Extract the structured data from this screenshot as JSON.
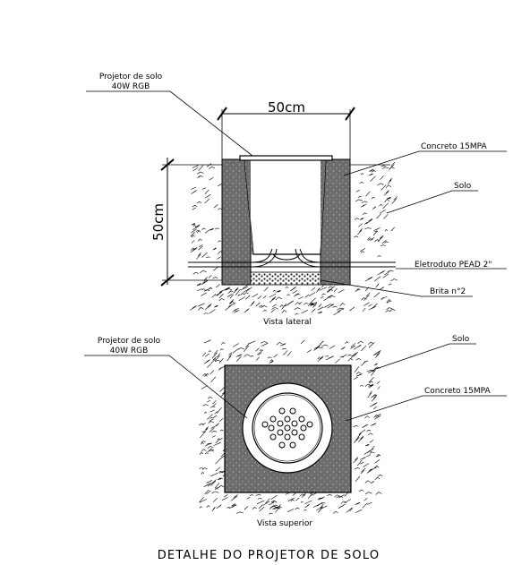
{
  "side_view": {
    "width_dim": "50cm",
    "height_dim": "50cm",
    "projector_label_line1": "Projetor de solo",
    "projector_label_line2": "40W RGB",
    "concrete_label": "Concreto 15MPA",
    "soil_label": "Solo",
    "conduit_label": "Eletroduto PEAD 2\"",
    "gravel_label": "Brita n°2",
    "caption": "Vista lateral"
  },
  "top_view": {
    "projector_label_line1": "Projetor de solo",
    "projector_label_line2": "40W RGB",
    "soil_label": "Solo",
    "concrete_label": "Concreto 15MPA",
    "caption": "Vista superior"
  },
  "title": "DETALHE DO PROJETOR DE SOLO"
}
